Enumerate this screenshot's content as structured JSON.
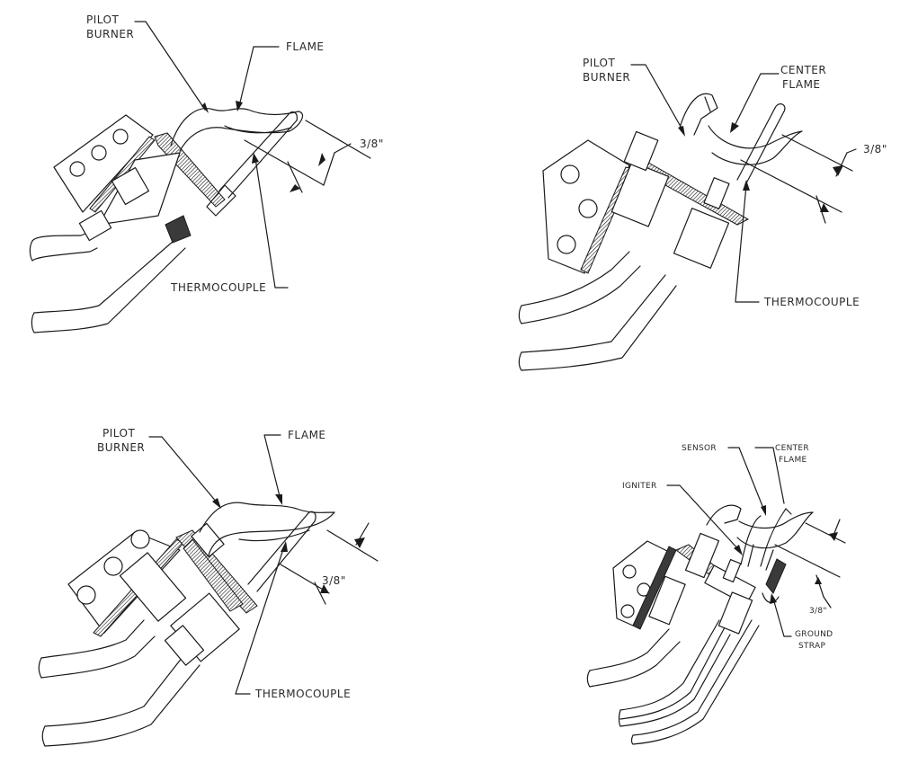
{
  "panels": {
    "top_left": {
      "label_pilot_line1": "PILOT",
      "label_pilot_line2": "BURNER",
      "label_flame": "FLAME",
      "label_thermocouple": "THERMOCOUPLE",
      "dimension": "3/8\""
    },
    "top_right": {
      "label_pilot_line1": "PILOT",
      "label_pilot_line2": "BURNER",
      "label_center_line1": "CENTER",
      "label_center_line2": "FLAME",
      "label_thermocouple": "THERMOCOUPLE",
      "dimension": "3/8\""
    },
    "bottom_left": {
      "label_pilot_line1": "PILOT",
      "label_pilot_line2": "BURNER",
      "label_flame": "FLAME",
      "label_thermocouple": "THERMOCOUPLE",
      "dimension": "3/8\""
    },
    "bottom_right": {
      "label_sensor": "SENSOR",
      "label_center_line1": "CENTER",
      "label_center_line2": "FLAME",
      "label_igniter": "IGNITER",
      "label_ground_line1": "GROUND",
      "label_ground_line2": "STRAP",
      "dimension": "3/8\""
    }
  },
  "colors": {
    "line": "#1a1a1a",
    "background": "#ffffff"
  }
}
